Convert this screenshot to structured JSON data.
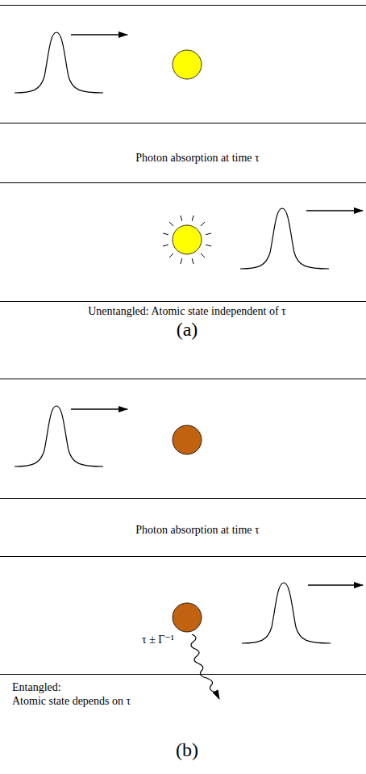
{
  "diagram": {
    "labels": [
      "Photon absorption at time τ",
      "Unentangled: Atomic state independent of τ",
      "(a)",
      "Photon absorption at time τ",
      "τ ± Γ⁻¹",
      "Entangled: Atomic state depends on τ",
      "(b)"
    ]
  }
}
